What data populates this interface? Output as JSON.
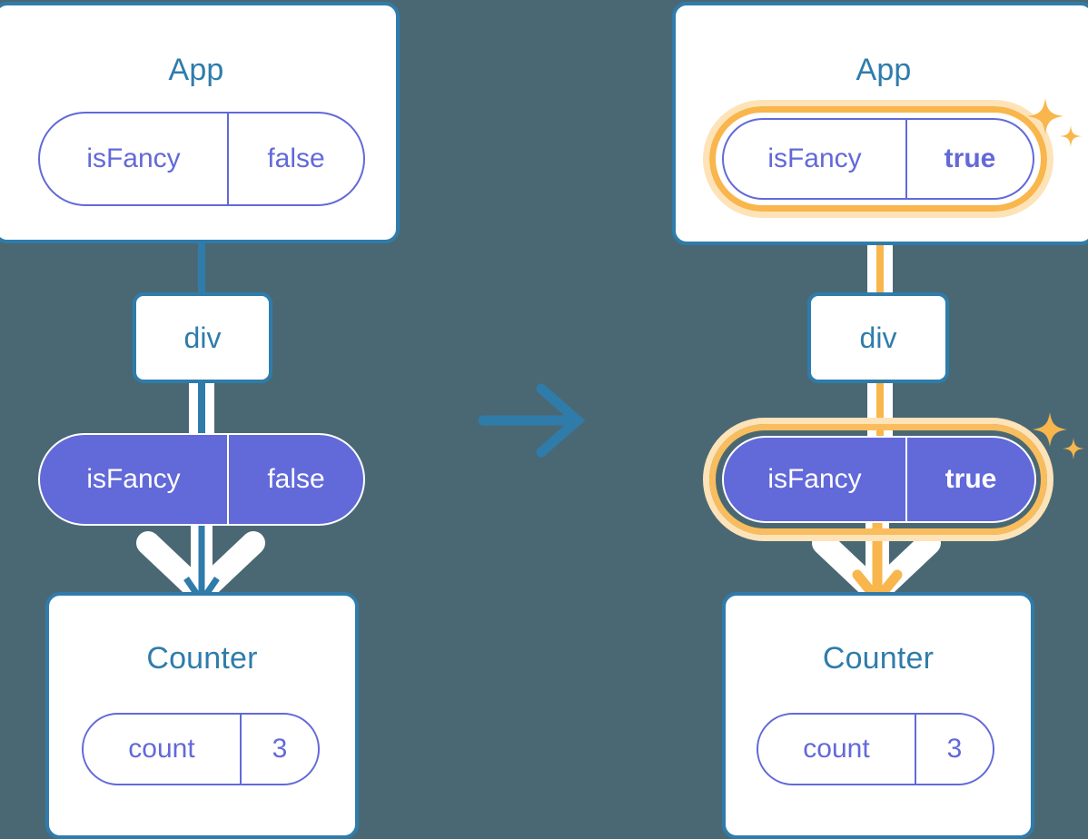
{
  "diagram": {
    "title": "react-state-propagation-before-after",
    "background_color": "#4a6873",
    "transition_icon": "right-arrow-icon",
    "colors": {
      "card_border": "#2f7cab",
      "card_title": "#2f7cab",
      "pill_purple": "#6269d9",
      "highlight_orange": "#f8b64c",
      "highlight_glow": "#fde3b7",
      "arrow_blue": "#2f7cab",
      "arrow_white": "#ffffff"
    }
  },
  "panels": [
    {
      "id": "before",
      "app_card": {
        "title": "App",
        "state_pill": {
          "name": "isFancy",
          "value": "false",
          "style": "outline",
          "highlighted": false,
          "bold_value": false
        }
      },
      "div_node": {
        "label": "div"
      },
      "prop_pill": {
        "name": "isFancy",
        "value": "false",
        "style": "filled",
        "highlighted": false,
        "bold_value": false
      },
      "counter_card": {
        "title": "Counter",
        "state_pill": {
          "name": "count",
          "value": "3",
          "style": "outline",
          "highlighted": false,
          "bold_value": false
        }
      },
      "connector_color": "#2f7cab",
      "sparkles_visible": false
    },
    {
      "id": "after",
      "app_card": {
        "title": "App",
        "state_pill": {
          "name": "isFancy",
          "value": "true",
          "style": "outline",
          "highlighted": true,
          "bold_value": true
        }
      },
      "div_node": {
        "label": "div"
      },
      "prop_pill": {
        "name": "isFancy",
        "value": "true",
        "style": "filled",
        "highlighted": true,
        "bold_value": true
      },
      "counter_card": {
        "title": "Counter",
        "state_pill": {
          "name": "count",
          "value": "3",
          "style": "outline",
          "highlighted": false,
          "bold_value": false
        }
      },
      "connector_color": "#f8b64c",
      "sparkles_visible": true
    }
  ]
}
